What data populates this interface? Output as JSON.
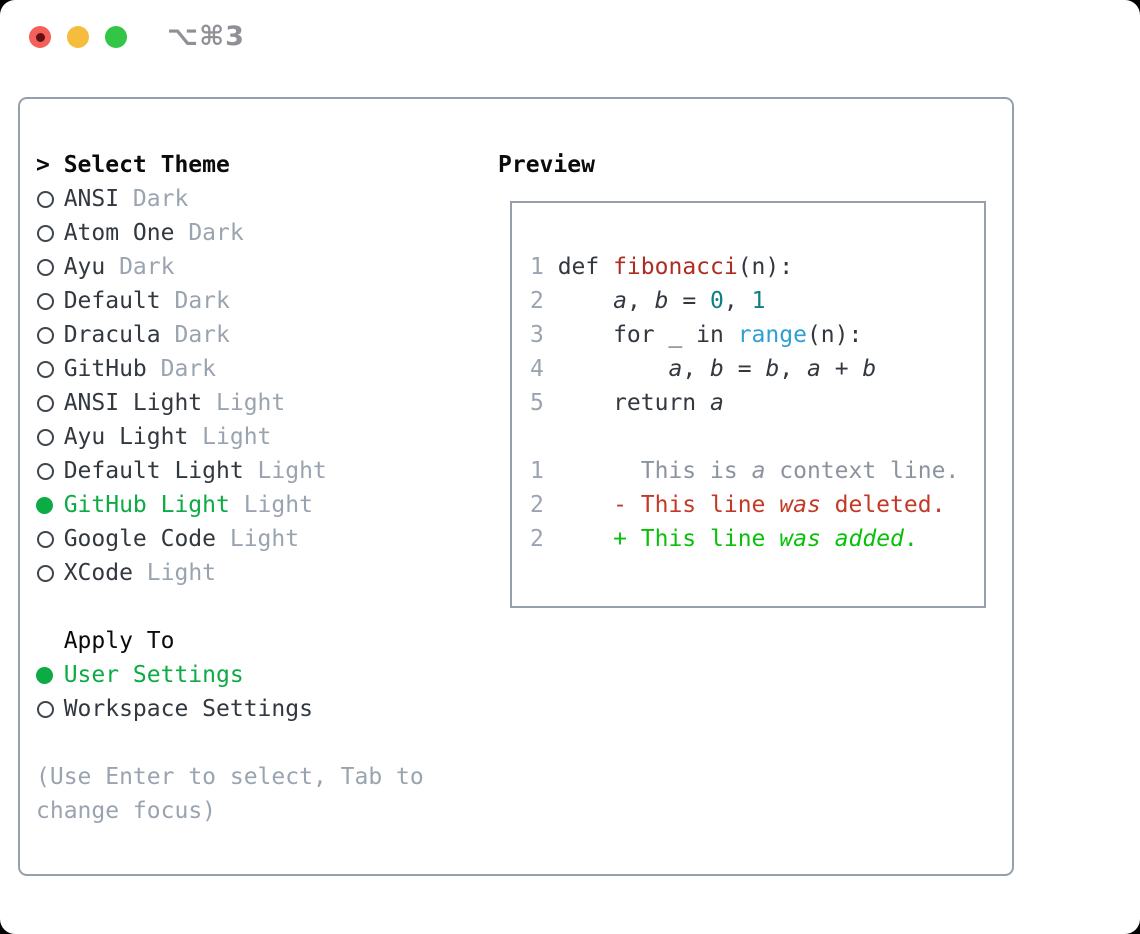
{
  "window": {
    "title": "⌥⌘3",
    "traffic_lights": [
      "close",
      "minimize",
      "zoom"
    ]
  },
  "colors": {
    "tl_red": "#f4605a",
    "tl_red_dot": "#611014",
    "tl_yellow": "#f6bd3d",
    "tl_green": "#32c546",
    "title_gray": "#8e9095",
    "border_gray": "#96a0ad",
    "heading_black": "#0b0b0c",
    "text_dark": "#32383f",
    "label_gray": "#9aa4b1",
    "accent_green": "#0cab44",
    "radio_ring": "#3f464e",
    "line_num_gray": "#9aa4b1",
    "func_red": "#ae2d23",
    "num_teal": "#0d7f85",
    "builtin_blue": "#2e9fd4",
    "context_gray": "#8b949e",
    "diff_red": "#c23a26",
    "diff_green": "#09c109"
  },
  "theme_picker": {
    "header_prefix": ">",
    "header": "Select Theme",
    "themes": [
      {
        "name": "ANSI",
        "variant": "Dark",
        "selected": false
      },
      {
        "name": "Atom One",
        "variant": "Dark",
        "selected": false
      },
      {
        "name": "Ayu",
        "variant": "Dark",
        "selected": false
      },
      {
        "name": "Default",
        "variant": "Dark",
        "selected": false
      },
      {
        "name": "Dracula",
        "variant": "Dark",
        "selected": false
      },
      {
        "name": "GitHub",
        "variant": "Dark",
        "selected": false
      },
      {
        "name": "ANSI Light",
        "variant": "Light",
        "selected": false
      },
      {
        "name": "Ayu Light",
        "variant": "Light",
        "selected": false
      },
      {
        "name": "Default Light",
        "variant": "Light",
        "selected": false
      },
      {
        "name": "GitHub Light",
        "variant": "Light",
        "selected": true
      },
      {
        "name": "Google Code",
        "variant": "Light",
        "selected": false
      },
      {
        "name": "XCode",
        "variant": "Light",
        "selected": false
      }
    ],
    "apply_to": {
      "header": "Apply To",
      "options": [
        {
          "label": "User Settings",
          "selected": true
        },
        {
          "label": "Workspace Settings",
          "selected": false
        }
      ]
    },
    "hint": "(Use Enter to select, Tab to change focus)"
  },
  "preview": {
    "header": "Preview",
    "lines": [
      {
        "num": "1",
        "segments": [
          {
            "t": "def "
          },
          {
            "t": "fibonacci",
            "c": "func"
          },
          {
            "t": "(n):"
          }
        ]
      },
      {
        "num": "2",
        "segments": [
          {
            "t": "    "
          },
          {
            "t": "a",
            "i": true
          },
          {
            "t": ", "
          },
          {
            "t": "b",
            "i": true
          },
          {
            "t": " = "
          },
          {
            "t": "0",
            "c": "num"
          },
          {
            "t": ", "
          },
          {
            "t": "1",
            "c": "num"
          }
        ]
      },
      {
        "num": "3",
        "segments": [
          {
            "t": "    for _ in "
          },
          {
            "t": "range",
            "c": "builtin"
          },
          {
            "t": "(n):"
          }
        ]
      },
      {
        "num": "4",
        "segments": [
          {
            "t": "        "
          },
          {
            "t": "a",
            "i": true
          },
          {
            "t": ", "
          },
          {
            "t": "b",
            "i": true
          },
          {
            "t": " = "
          },
          {
            "t": "b",
            "i": true
          },
          {
            "t": ", "
          },
          {
            "t": "a",
            "i": true
          },
          {
            "t": " + "
          },
          {
            "t": "b",
            "i": true
          }
        ]
      },
      {
        "num": "5",
        "segments": [
          {
            "t": "    return "
          },
          {
            "t": "a",
            "i": true
          }
        ]
      },
      {
        "num": "",
        "segments": []
      },
      {
        "num": "1",
        "segments": [
          {
            "t": "      This is ",
            "c": "ctx"
          },
          {
            "t": "a",
            "c": "ctx",
            "i": true
          },
          {
            "t": " context line.",
            "c": "ctx"
          }
        ]
      },
      {
        "num": "2",
        "segments": [
          {
            "t": "    - This line ",
            "c": "del"
          },
          {
            "t": "was",
            "c": "del",
            "i": true
          },
          {
            "t": " deleted.",
            "c": "del"
          }
        ]
      },
      {
        "num": "2",
        "segments": [
          {
            "t": "    + This line ",
            "c": "add"
          },
          {
            "t": "was",
            "c": "add",
            "i": true
          },
          {
            "t": " ",
            "c": "add"
          },
          {
            "t": "added",
            "c": "add",
            "i": true
          },
          {
            "t": ".",
            "c": "add"
          }
        ]
      }
    ]
  }
}
